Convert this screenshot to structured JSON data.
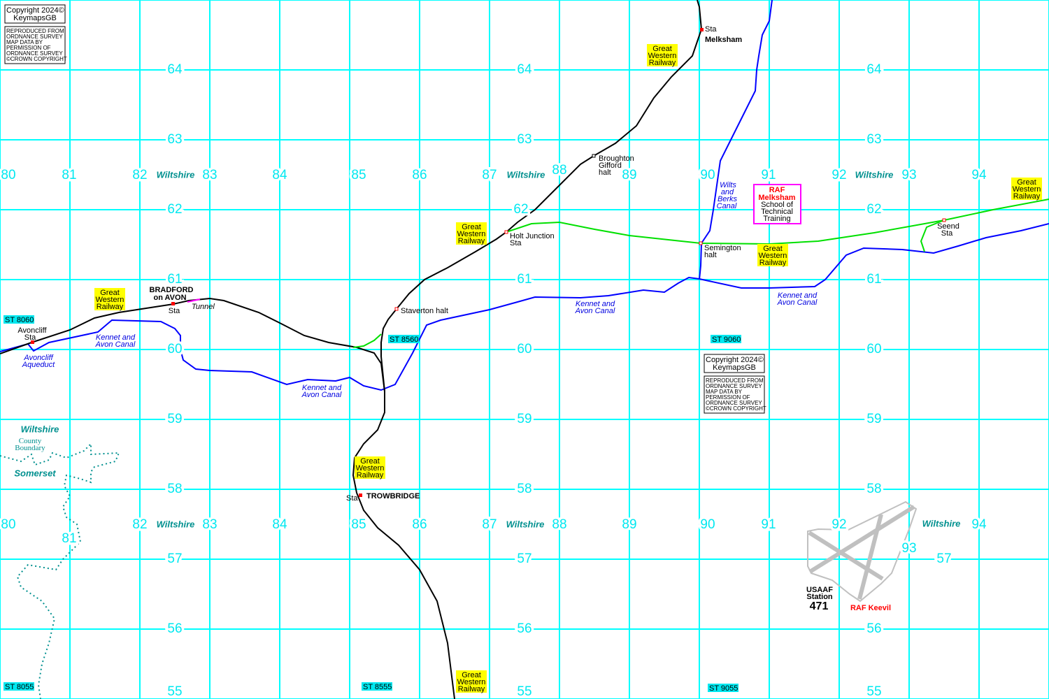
{
  "map": {
    "eastings_top": [
      "80",
      "81",
      "82",
      "83",
      "84",
      "85",
      "86",
      "87",
      "88",
      "89",
      "90",
      "91",
      "92",
      "93",
      "94"
    ],
    "eastings_bottom": [
      "80",
      "81",
      "82",
      "83",
      "84",
      "85",
      "86",
      "87",
      "88",
      "89",
      "90",
      "91",
      "92",
      "93",
      "94"
    ],
    "northings": [
      "64",
      "63",
      "62",
      "61",
      "60",
      "59",
      "58",
      "57",
      "56",
      "55"
    ],
    "county_label": "Wiltshire",
    "copyright": {
      "line1": "Copyright 2024©",
      "line2": "KeymapsGB",
      "os": [
        "REPRODUCED FROM",
        "ORDNANCE SURVEY",
        "MAP DATA BY",
        "PERMISSION OF",
        "ORDNANCE SURVEY",
        "©CROWN COPYRIGHT"
      ]
    },
    "grid_refs": [
      "ST 8060",
      "ST 8560",
      "ST 9060",
      "ST 8055",
      "ST 8555",
      "ST 9055"
    ],
    "railway_label": [
      "Great",
      "Western",
      "Railway"
    ],
    "places": {
      "melksham_sta": "Sta",
      "melksham": "Melksham",
      "broughton": [
        "Broughton",
        "Gifford",
        "halt"
      ],
      "holt": [
        "Holt Junction",
        "Sta"
      ],
      "semington": [
        "Semington",
        "halt"
      ],
      "seend": [
        "Seend",
        "Sta"
      ],
      "staverton": "Staverton halt",
      "bradford": [
        "BRADFORD",
        "on AVON"
      ],
      "bradford_sta": "Sta",
      "tunnel": "Tunnel",
      "avoncliff": [
        "Avoncliff",
        "Sta"
      ],
      "aqueduct": [
        "Avoncliff",
        "Aqueduct"
      ],
      "trowbridge_sta": "Sta",
      "trowbridge": "TROWBRIDGE"
    },
    "canals": {
      "kennet": [
        "Kennet and",
        "Avon Canal"
      ],
      "wilts": [
        "Wilts",
        "and",
        "Berks",
        "Canal"
      ]
    },
    "raf_melksham": {
      "title": [
        "RAF",
        "Melksham"
      ],
      "sub": [
        "School of",
        "Technical",
        "Training"
      ]
    },
    "keevil": {
      "usaaf": [
        "USAAF",
        "Station",
        "471"
      ],
      "raf": "RAF Keevil"
    },
    "boundary": {
      "north": "Wiltshire",
      "desc": [
        "County",
        "Boundary"
      ],
      "south": "Somerset"
    },
    "colors": {
      "grid": "#00ffff",
      "railway": "#000000",
      "railway_green": "#00e000",
      "canal": "#0000ff",
      "boundary": "#00908f",
      "label_bg": "#ffff00",
      "ref_bg": "#00e8f0",
      "raf": "#ff0000"
    }
  }
}
